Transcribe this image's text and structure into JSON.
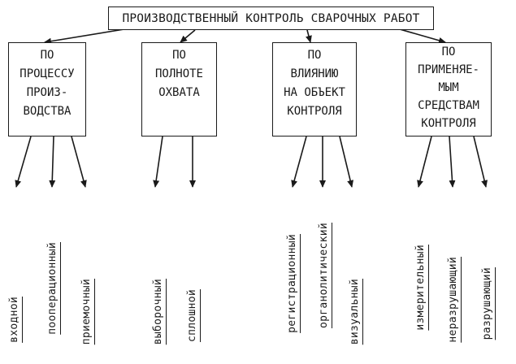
{
  "diagram": {
    "title": "ПРОИЗВОДСТВЕННЫЙ КОНТРОЛЬ СВАРОЧНЫХ РАБОТ",
    "categories": [
      {
        "lines": [
          "ПО",
          "ПРОЦЕССУ",
          "ПРОИЗ-",
          "ВОДСТВА"
        ],
        "items": [
          "входной",
          "пооперационный",
          "приемочный"
        ]
      },
      {
        "lines": [
          "ПО",
          "ПОЛНОТЕ",
          "ОХВАТА"
        ],
        "items": [
          "выборочный",
          "сплошной"
        ]
      },
      {
        "lines": [
          "ПО",
          "ВЛИЯНИЮ",
          "НА ОБЪЕКТ",
          "КОНТРОЛЯ"
        ],
        "items": [
          "регистрационный",
          "органолитический",
          "визуальный"
        ]
      },
      {
        "lines": [
          "ПО",
          "ПРИМЕНЯЕ-",
          "МЫМ",
          "СРЕДСТВАМ",
          "КОНТРОЛЯ"
        ],
        "items": [
          "измерительный",
          "неразрушающий",
          "разрушающий"
        ]
      }
    ]
  }
}
